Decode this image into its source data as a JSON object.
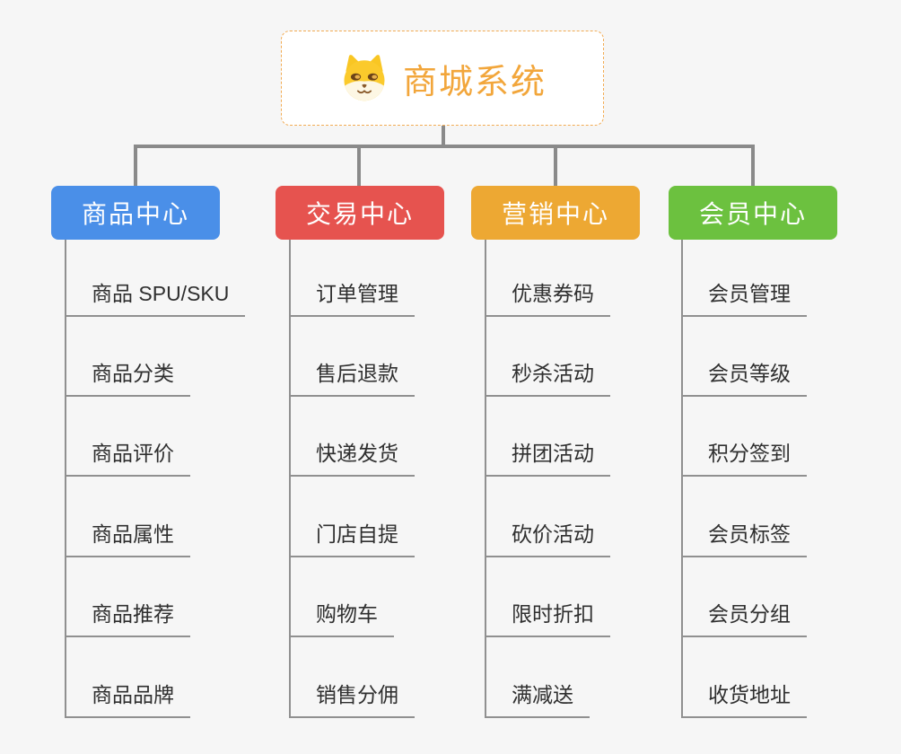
{
  "root": {
    "title": "商城系统",
    "icon": "shiba-dog-icon",
    "title_color": "#f2a63b"
  },
  "connector_color": "#8a8a8a",
  "branches": [
    {
      "label": "商品中心",
      "color": "#4a8fe8",
      "items": [
        "商品 SPU/SKU",
        "商品分类",
        "商品评价",
        "商品属性",
        "商品推荐",
        "商品品牌"
      ]
    },
    {
      "label": "交易中心",
      "color": "#e6534f",
      "items": [
        "订单管理",
        "售后退款",
        "快递发货",
        "门店自提",
        "购物车",
        "销售分佣"
      ]
    },
    {
      "label": "营销中心",
      "color": "#eda833",
      "items": [
        "优惠券码",
        "秒杀活动",
        "拼团活动",
        "砍价活动",
        "限时折扣",
        "满减送"
      ]
    },
    {
      "label": "会员中心",
      "color": "#6cc13f",
      "items": [
        "会员管理",
        "会员等级",
        "积分签到",
        "会员标签",
        "会员分组",
        "收货地址"
      ]
    }
  ]
}
